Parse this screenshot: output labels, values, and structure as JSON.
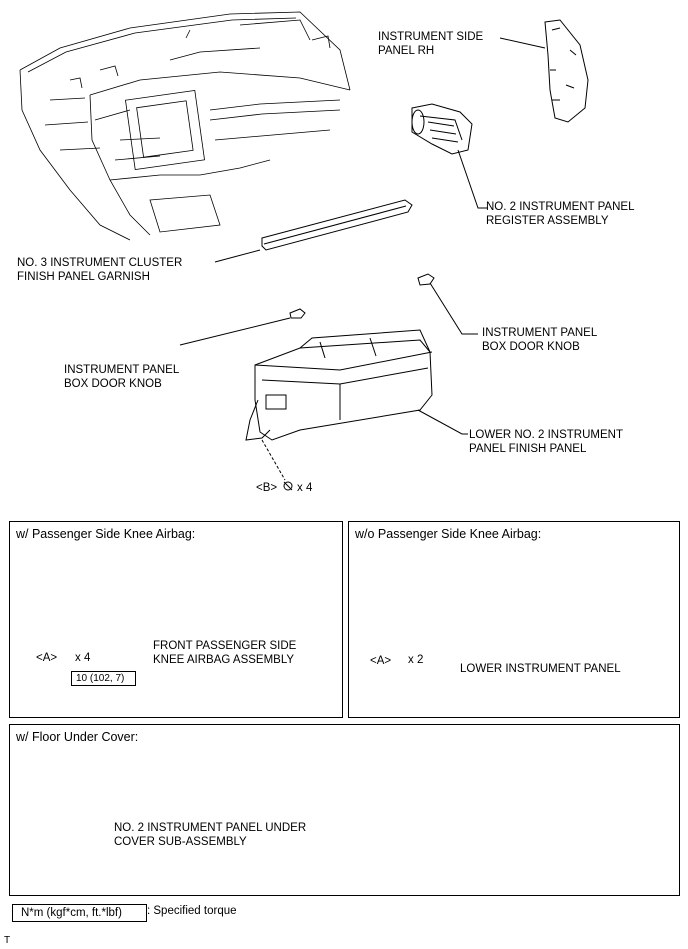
{
  "top": {
    "side_panel_rh": "INSTRUMENT SIDE\nPANEL RH",
    "register_assembly": "NO. 2 INSTRUMENT PANEL\nREGISTER ASSEMBLY",
    "cluster_garnish": "NO. 3 INSTRUMENT CLUSTER\nFINISH PANEL GARNISH",
    "box_door_knob_right": "INSTRUMENT PANEL\nBOX DOOR KNOB",
    "box_door_knob_left": "INSTRUMENT PANEL\nBOX DOOR KNOB",
    "lower_finish_panel": "LOWER NO. 2 INSTRUMENT\nPANEL FINISH PANEL",
    "bolt_b_label": "<B>",
    "bolt_b_count": "x 4"
  },
  "box_with_airbag": {
    "title": "w/ Passenger Side Knee Airbag:",
    "part_label": "FRONT PASSENGER SIDE\nKNEE AIRBAG ASSEMBLY",
    "bolt_label": "<A>",
    "bolt_count": "x 4",
    "torque": "10 (102, 7)"
  },
  "box_without_airbag": {
    "title": "w/o Passenger Side Knee Airbag:",
    "part_label": "LOWER INSTRUMENT PANEL",
    "bolt_label": "<A>",
    "bolt_count": "x 2"
  },
  "box_floor_cover": {
    "title": "w/ Floor Under Cover:",
    "part_label": "NO. 2 INSTRUMENT PANEL UNDER\nCOVER SUB-ASSEMBLY"
  },
  "legend": {
    "unit": "N*m (kgf*cm, ft.*lbf)",
    "description": ": Specified torque"
  },
  "footer_mark": "T"
}
